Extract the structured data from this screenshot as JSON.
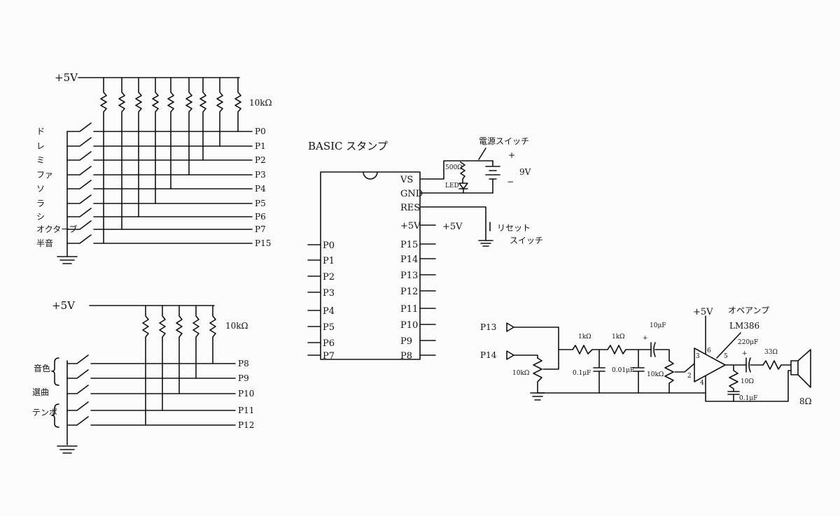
{
  "top": {
    "supply": "+5V",
    "resistor": "10kΩ",
    "switch_labels": [
      "ド",
      "レ",
      "ミ",
      "ファ",
      "ソ",
      "ラ",
      "シ",
      "オクターブ",
      "半音"
    ],
    "ports": [
      "P0",
      "P1",
      "P2",
      "P3",
      "P4",
      "P5",
      "P6",
      "P7",
      "P15"
    ]
  },
  "bottom": {
    "supply": "+5V",
    "resistor": "10kΩ",
    "switch_labels": [
      "音色",
      "選曲",
      "テンポ"
    ],
    "ports": [
      "P8",
      "P9",
      "P10",
      "P11",
      "P12"
    ]
  },
  "ic": {
    "title": "BASIC スタンプ",
    "left_pins": [
      "P0",
      "P1",
      "P2",
      "P3",
      "P4",
      "P5",
      "P6",
      "P7"
    ],
    "right_pins": [
      "VS",
      "GND",
      "RES",
      "+5V",
      "P15",
      "P14",
      "P13",
      "P12",
      "P11",
      "P10",
      "P9",
      "P8"
    ],
    "plus5": "+5V"
  },
  "power": {
    "switch_label": "電源スイッチ",
    "resistor": "500Ω",
    "led": "LED",
    "battery": "9V",
    "plus": "+",
    "minus": "−"
  },
  "reset": {
    "label1": "リセット",
    "label2": "スイッチ"
  },
  "amp": {
    "in1": "P13",
    "in2": "P14",
    "pot": "10kΩ",
    "r1": "1kΩ",
    "r2": "1kΩ",
    "c1": "0.1μF",
    "c2": "0.01μF",
    "c3": "10μF",
    "pot2": "10kΩ",
    "plus5": "+5V",
    "title1": "オペアンプ",
    "title2": "LM386",
    "c4": "220μF",
    "r3": "33Ω",
    "r4": "10Ω",
    "c5": "0.1μF",
    "speaker": "8Ω",
    "pin2": "2",
    "pin3": "3",
    "pin4": "4",
    "pin5": "5",
    "pin6": "6",
    "plus": "+"
  }
}
